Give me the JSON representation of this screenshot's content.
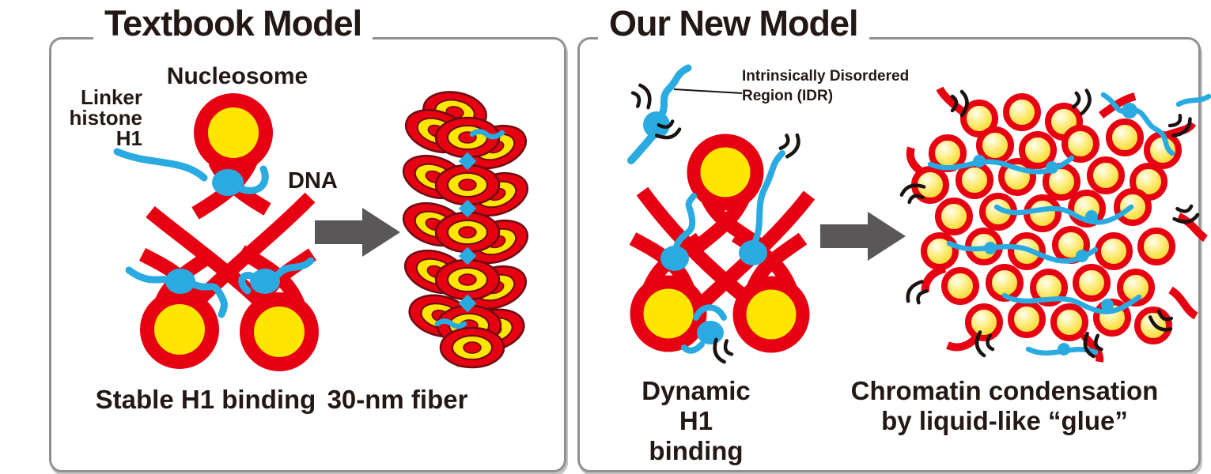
{
  "figure": {
    "colors": {
      "dna_red": "#e60012",
      "nucleosome_yellow": "#ffe600",
      "h1_blue": "#29abe2",
      "arrow_gray": "#595757",
      "panel_border_gray": "#8f9090",
      "text_dark": "#231815"
    },
    "icons": {
      "arrow": "right-arrow-icon",
      "motion": "vibration-arcs-icon"
    },
    "textbook_panel": {
      "title": "Textbook Model",
      "nucleosome_label": "Nucleosome",
      "linker_histone_label_line1": "Linker",
      "linker_histone_label_line2": "histone",
      "linker_histone_label_line3": "H1",
      "dna_label": "DNA",
      "caption_left": "Stable H1 binding",
      "caption_right": "30-nm fiber"
    },
    "new_model_panel": {
      "title": "Our New Model",
      "idr_label_line1": "Intrinsically Disordered",
      "idr_label_line2": "Region (IDR)",
      "caption_left_line1": "Dynamic H1",
      "caption_left_line2": "binding",
      "caption_right_line1": "Chromatin condensation",
      "caption_right_line2": "by liquid-like “glue”"
    }
  }
}
